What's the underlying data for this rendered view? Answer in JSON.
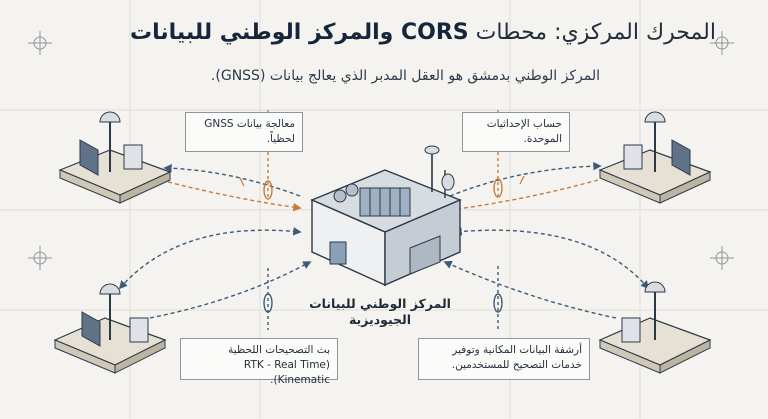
{
  "title": {
    "part1": "المحرك المركزي: محطات ",
    "part2": "CORS والمركز الوطني للبيانات"
  },
  "subtitle": "المركز الوطني بدمشق هو العقل المدبر الذي يعالج بيانات (GNSS).",
  "center_label": {
    "line1": "المركز الوطني للبيانات",
    "line2": "الجيوديزية"
  },
  "notes": {
    "top_left": {
      "line1": "معالجة بيانات GNSS",
      "line2": "لحظياً."
    },
    "top_right": {
      "line1": "حساب الإحداثيات",
      "line2": "الموحدة."
    },
    "bottom_left": {
      "line1": "بث التصحيحات اللحظية",
      "line2": "(RTK - Real Time Kinematic)."
    },
    "bottom_right": {
      "line1": "أرشفة البيانات المكانية وتوفير",
      "line2": "خدمات التصحيح للمستخدمين."
    }
  },
  "colors": {
    "background": "#f4f3ef",
    "ink": "#1f2d3d",
    "accent_orange": "#c97a3a",
    "flow_blue": "#3c5a7a"
  }
}
